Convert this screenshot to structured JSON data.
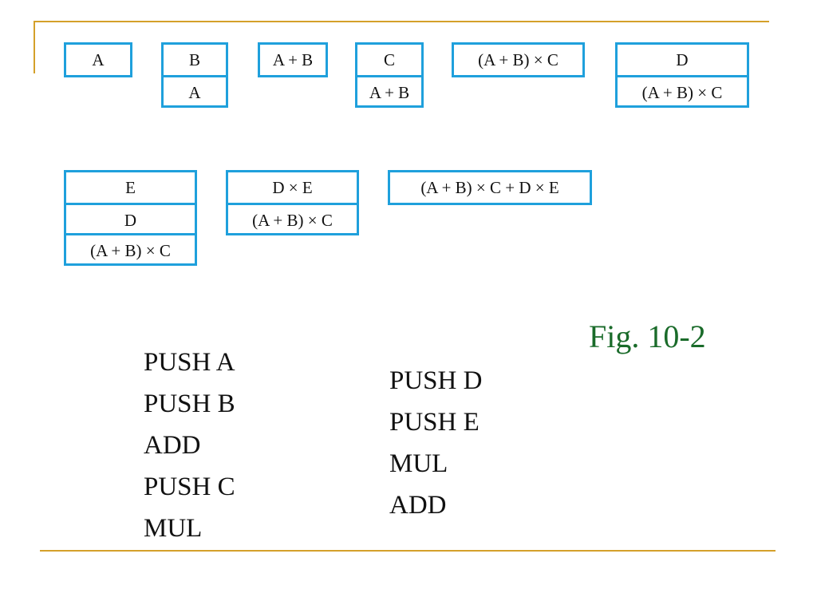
{
  "figure_label": "Fig. 10-2",
  "stack_states_row1": [
    {
      "cells": [
        "A"
      ]
    },
    {
      "cells": [
        "B",
        "A"
      ]
    },
    {
      "cells": [
        "A + B"
      ]
    },
    {
      "cells": [
        "C",
        "A + B"
      ]
    },
    {
      "cells": [
        "(A + B) × C"
      ]
    },
    {
      "cells": [
        "D",
        "(A + B) × C"
      ]
    }
  ],
  "stack_states_row2": [
    {
      "cells": [
        "E",
        "D",
        "(A + B) × C"
      ]
    },
    {
      "cells": [
        "D × E",
        "(A + B) × C"
      ]
    },
    {
      "cells": [
        "(A + B) × C + D × E"
      ]
    }
  ],
  "program_left": [
    "PUSH A",
    "PUSH B",
    "ADD",
    "PUSH C",
    "MUL"
  ],
  "program_right": [
    "PUSH D",
    "PUSH E",
    "MUL",
    "ADD"
  ],
  "colors": {
    "stack_border": "#1fa0dc",
    "rule": "#d4a02a",
    "figure_label": "#1a6b2a"
  }
}
